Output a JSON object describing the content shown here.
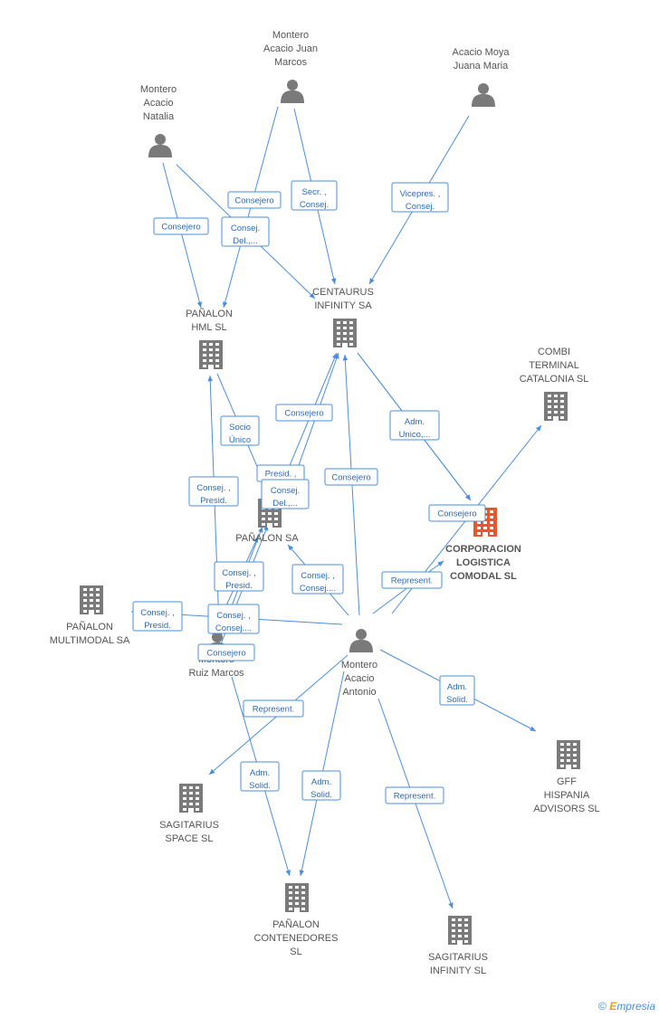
{
  "colors": {
    "edge": "#4a8fdb",
    "person": "#7a7a7a",
    "company": "#7a7a7a",
    "focus_company": "#e8562e"
  },
  "nodes": [
    {
      "id": "montero-acacio-juan-marcos",
      "type": "person",
      "lines": [
        "Montero",
        "Acacio Juan",
        "Marcos"
      ]
    },
    {
      "id": "acacio-moya-juana-maria",
      "type": "person",
      "lines": [
        "Acacio Moya",
        "Juana Maria"
      ]
    },
    {
      "id": "montero-acacio-natalia",
      "type": "person",
      "lines": [
        "Montero",
        "Acacio",
        "Natalia"
      ]
    },
    {
      "id": "panalon-hml",
      "type": "company",
      "lines": [
        "PAÑALON",
        "HML SL"
      ]
    },
    {
      "id": "centaurus-infinity",
      "type": "company",
      "lines": [
        "CENTAURUS",
        "INFINITY SA"
      ]
    },
    {
      "id": "combi-terminal",
      "type": "company",
      "lines": [
        "COMBI",
        "TERMINAL",
        "CATALONIA  SL"
      ]
    },
    {
      "id": "corporacion-logistica",
      "type": "focus",
      "lines": [
        "CORPORACION",
        "LOGISTICA",
        "COMODAL SL"
      ]
    },
    {
      "id": "panalon-sa",
      "type": "company",
      "lines": [
        "PAÑALON SA"
      ]
    },
    {
      "id": "panalon-multimodal",
      "type": "company",
      "lines": [
        "PAÑALON",
        "MULTIMODAL SA"
      ]
    },
    {
      "id": "montero-ruiz-marcos",
      "type": "person",
      "lines": [
        "Montero",
        "Ruiz Marcos"
      ]
    },
    {
      "id": "montero-acacio-antonio",
      "type": "person",
      "lines": [
        "Montero",
        "Acacio",
        "Antonio"
      ]
    },
    {
      "id": "gff-hispania",
      "type": "company",
      "lines": [
        "GFF",
        "HISPANIA",
        "ADVISORS SL"
      ]
    },
    {
      "id": "sagitarius-space",
      "type": "company",
      "lines": [
        "SAGITARIUS",
        "SPACE SL"
      ]
    },
    {
      "id": "panalon-contenedores",
      "type": "company",
      "lines": [
        "PAÑALON",
        "CONTENEDORES",
        "SL"
      ]
    },
    {
      "id": "sagitarius-infinity",
      "type": "company",
      "lines": [
        "SAGITARIUS",
        "INFINITY SL"
      ]
    }
  ],
  "edges": [
    {
      "id": "e1",
      "lines": [
        "Consejero"
      ]
    },
    {
      "id": "e2",
      "lines": [
        "Secr. ,",
        "Consej."
      ]
    },
    {
      "id": "e3",
      "lines": [
        "Vicepres. ,",
        "Consej."
      ]
    },
    {
      "id": "e4",
      "lines": [
        "Consejero"
      ]
    },
    {
      "id": "e5",
      "lines": [
        "Consej.",
        "Del.,..."
      ]
    },
    {
      "id": "e6",
      "lines": [
        "Consejero"
      ]
    },
    {
      "id": "e7",
      "lines": [
        "Adm.",
        "Unico,..."
      ]
    },
    {
      "id": "e8",
      "lines": [
        "Socio",
        "Único"
      ]
    },
    {
      "id": "e9",
      "lines": [
        "Presid. ,"
      ]
    },
    {
      "id": "e10",
      "lines": [
        "Consej.",
        "Del.,..."
      ]
    },
    {
      "id": "e11",
      "lines": [
        "Consejero"
      ]
    },
    {
      "id": "e12",
      "lines": [
        "Consej. ,",
        "Presid."
      ]
    },
    {
      "id": "e13",
      "lines": [
        "Consejero"
      ]
    },
    {
      "id": "e14",
      "lines": [
        "Consej. ,",
        "Presid."
      ]
    },
    {
      "id": "e15",
      "lines": [
        "Consej. ,",
        "Consej...."
      ]
    },
    {
      "id": "e16",
      "lines": [
        "Represent."
      ]
    },
    {
      "id": "e17",
      "lines": [
        "Consej. ,",
        "Presid."
      ]
    },
    {
      "id": "e18",
      "lines": [
        "Consej. ,",
        "Consej...."
      ]
    },
    {
      "id": "e19",
      "lines": [
        "Consejero"
      ]
    },
    {
      "id": "e20",
      "lines": [
        "Adm.",
        "Solid."
      ]
    },
    {
      "id": "e21",
      "lines": [
        "Represent."
      ]
    },
    {
      "id": "e22",
      "lines": [
        "Adm.",
        "Solid."
      ]
    },
    {
      "id": "e23",
      "lines": [
        "Adm.",
        "Solid."
      ]
    },
    {
      "id": "e24",
      "lines": [
        "Represent."
      ]
    }
  ],
  "copyright": {
    "symbol": "©",
    "brand_initial": "E",
    "brand_rest": "mpresia"
  }
}
